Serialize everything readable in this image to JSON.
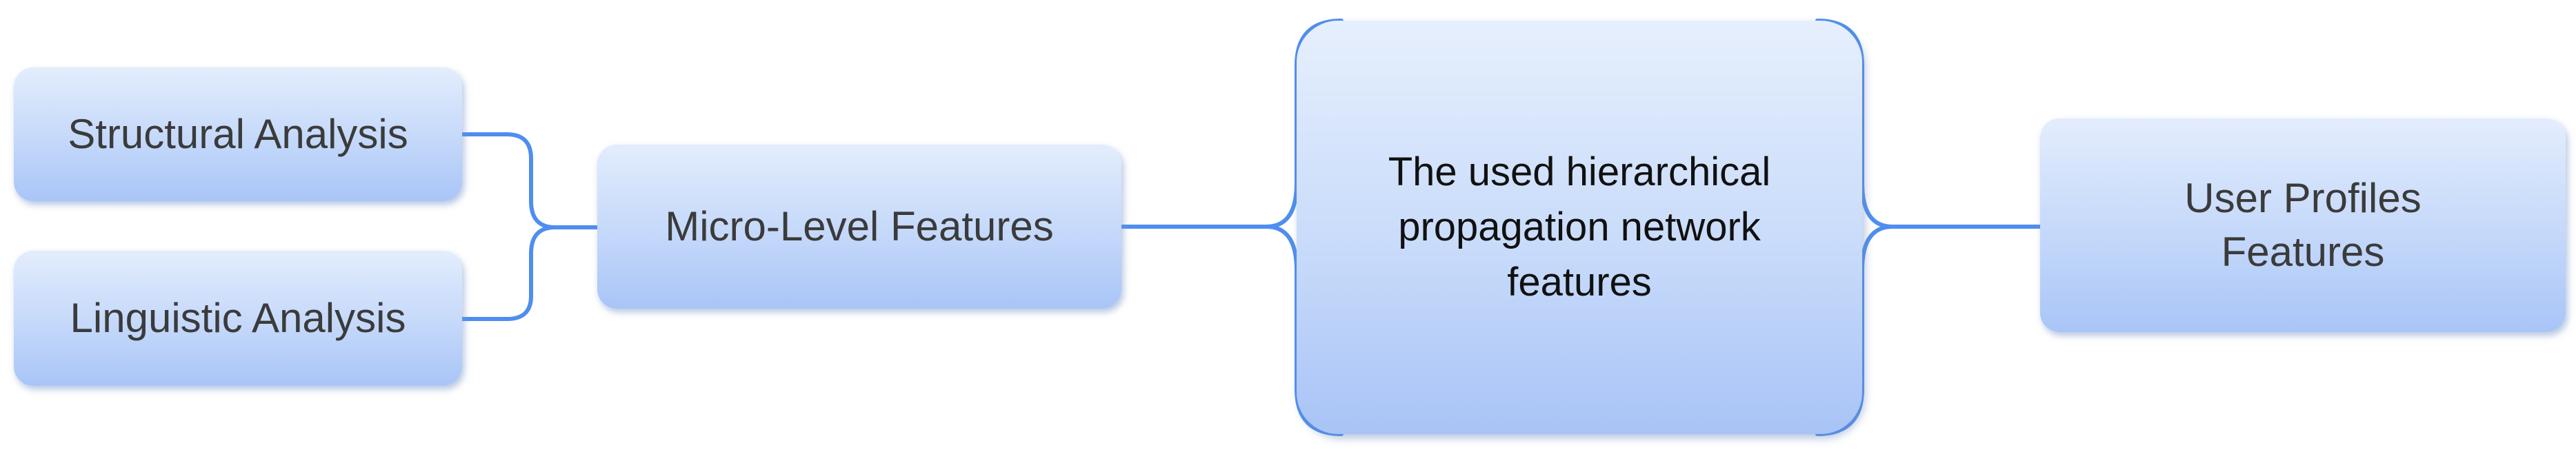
{
  "diagram": {
    "nodes": {
      "structural": {
        "label": "Structural Analysis"
      },
      "linguistic": {
        "label": "Linguistic Analysis"
      },
      "micro": {
        "label": "Micro-Level Features"
      },
      "center": {
        "label": "The used hierarchical propagation network features"
      },
      "user_profiles": {
        "label": "User Profiles Features"
      }
    },
    "colors": {
      "connector": "#4f8ef0",
      "node_top": "#e3edfd",
      "node_bottom": "#a9c5f7",
      "text": "#3b3b3b",
      "center_text": "#111111"
    }
  }
}
